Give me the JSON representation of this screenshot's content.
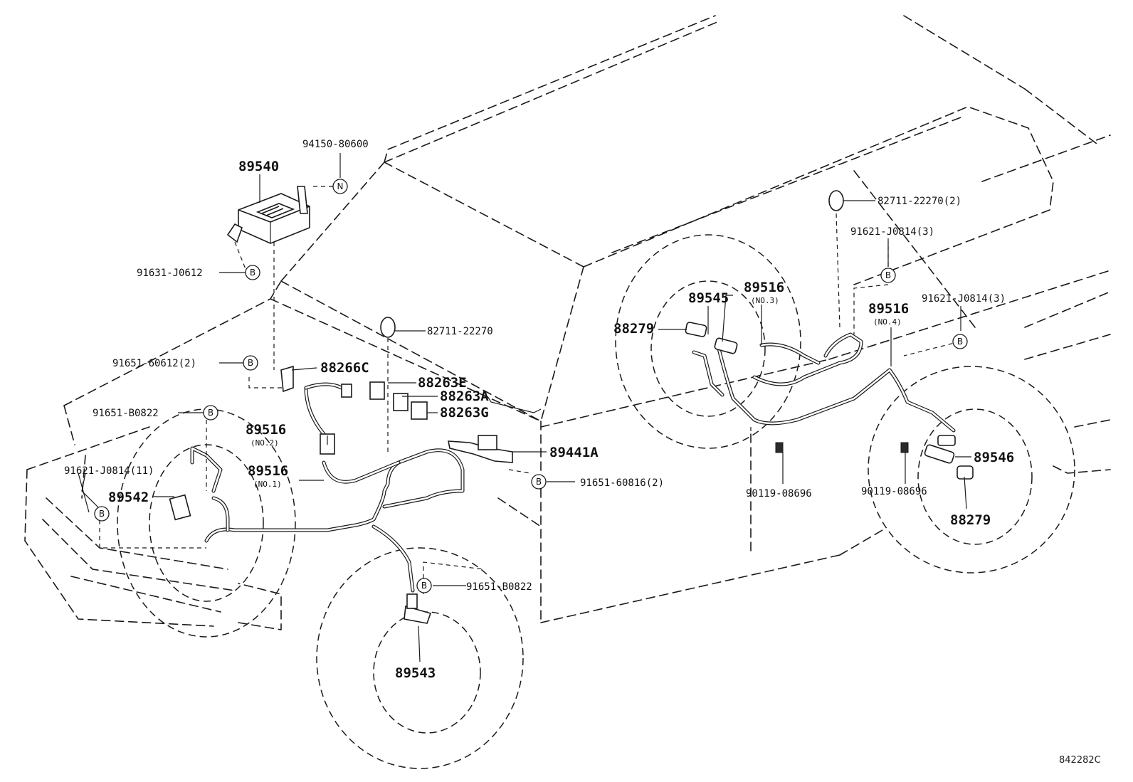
{
  "diagram": {
    "reference_code": "842282C",
    "symbols": {
      "bolt": "B",
      "nut": "N"
    },
    "labels": {
      "p94150_80600": "94150-80600",
      "p89540": "89540",
      "p91631_J0612": "91631-J0612",
      "p82711_22270_front": "82711-22270",
      "p91651_60612": "91651-60612(2)",
      "p88266C": "88266C",
      "p88263E": "88263E",
      "p88263A": "88263A",
      "p88263G": "88263G",
      "p91651_B0822_upper": "91651-B0822",
      "p89516_no2": "89516",
      "p89516_no2_sub": "(NO.2)",
      "p91621_J0814_11": "91621-J0814(11)",
      "p89516_no1": "89516",
      "p89516_no1_sub": "(NO.1)",
      "p89542": "89542",
      "p89441A": "89441A",
      "p91651_60816": "91651-60816(2)",
      "p91651_B0822_lower": "91651-B0822",
      "p89543": "89543",
      "p82711_22270_rear": "82711-22270(2)",
      "p91621_J0814_3a": "91621-J0814(3)",
      "p89545": "89545",
      "p89516_no3": "89516",
      "p89516_no3_sub": "(NO.3)",
      "p91621_J0814_3b": "91621-J0814(3)",
      "p88279_left": "88279",
      "p89516_no4": "89516",
      "p89516_no4_sub": "(NO.4)",
      "p89546": "89546",
      "p90119_08696_a": "90119-08696",
      "p90119_08696_b": "90119-08696",
      "p88279_right": "88279"
    }
  }
}
